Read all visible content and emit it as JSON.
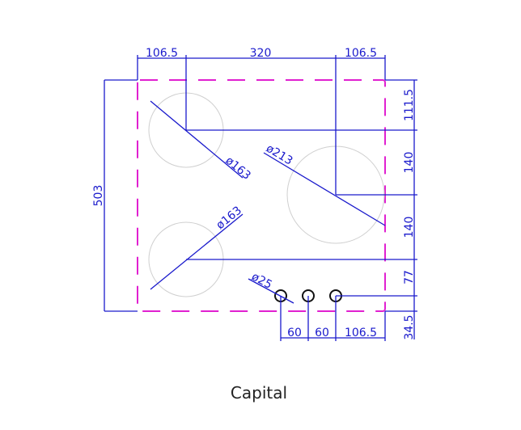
{
  "dimensions": {
    "top_left": "106.5",
    "top_middle": "320",
    "top_right": "106.5",
    "overall_height": "503",
    "right_1": "111.5",
    "right_2": "140",
    "right_3": "140",
    "right_4": "77",
    "right_5": "34.5",
    "bottom_1": "60",
    "bottom_2": "60",
    "bottom_3": "106.5",
    "dia_top_left": "ø163",
    "dia_large": "ø213",
    "dia_bottom_left": "ø163",
    "dia_knob": "ø25"
  },
  "caption": "Capital",
  "colors": {
    "dimension": "#1a1acc",
    "outline": "#e020d0",
    "burner": "#cfcfcf"
  }
}
